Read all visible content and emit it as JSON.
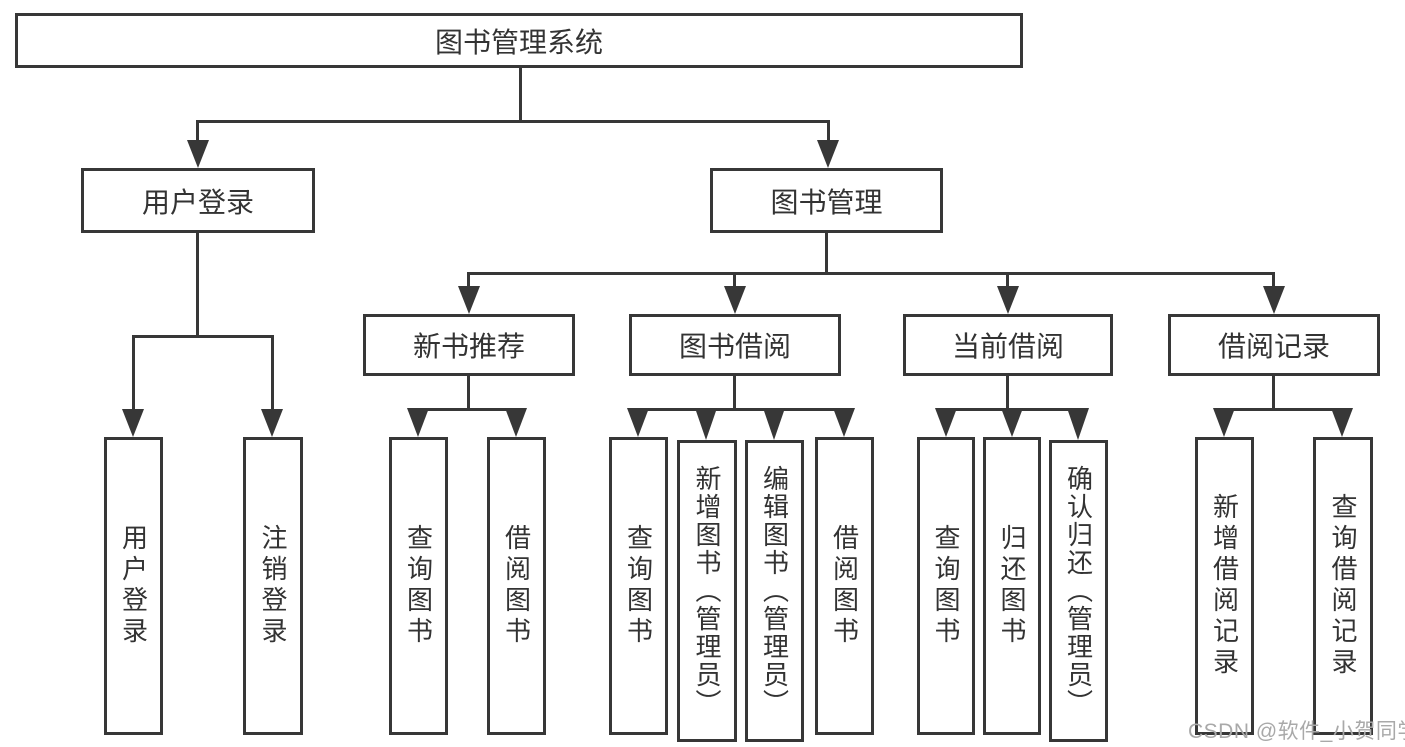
{
  "diagram": {
    "root": "图书管理系统",
    "user_login": {
      "label": "用户登录",
      "children": [
        "用户登录",
        "注销登录"
      ]
    },
    "book_management": {
      "label": "图书管理",
      "new_book_recommend": {
        "label": "新书推荐",
        "children": [
          "查询图书",
          "借阅图书"
        ]
      },
      "book_borrow": {
        "label": "图书借阅",
        "children": [
          "查询图书",
          "新增图书（管理员）",
          "编辑图书（管理员）",
          "借阅图书"
        ]
      },
      "current_borrow": {
        "label": "当前借阅",
        "children": [
          "查询图书",
          "归还图书",
          "确认归还（管理员）"
        ]
      },
      "borrow_records": {
        "label": "借阅记录",
        "children": [
          "新增借阅记录",
          "查询借阅记录"
        ]
      }
    }
  },
  "watermark": "CSDN @软件_小贺同学",
  "colors": {
    "line": "#373737",
    "text": "#333333",
    "watermark": "#a9a9a9",
    "background": "#ffffff"
  }
}
